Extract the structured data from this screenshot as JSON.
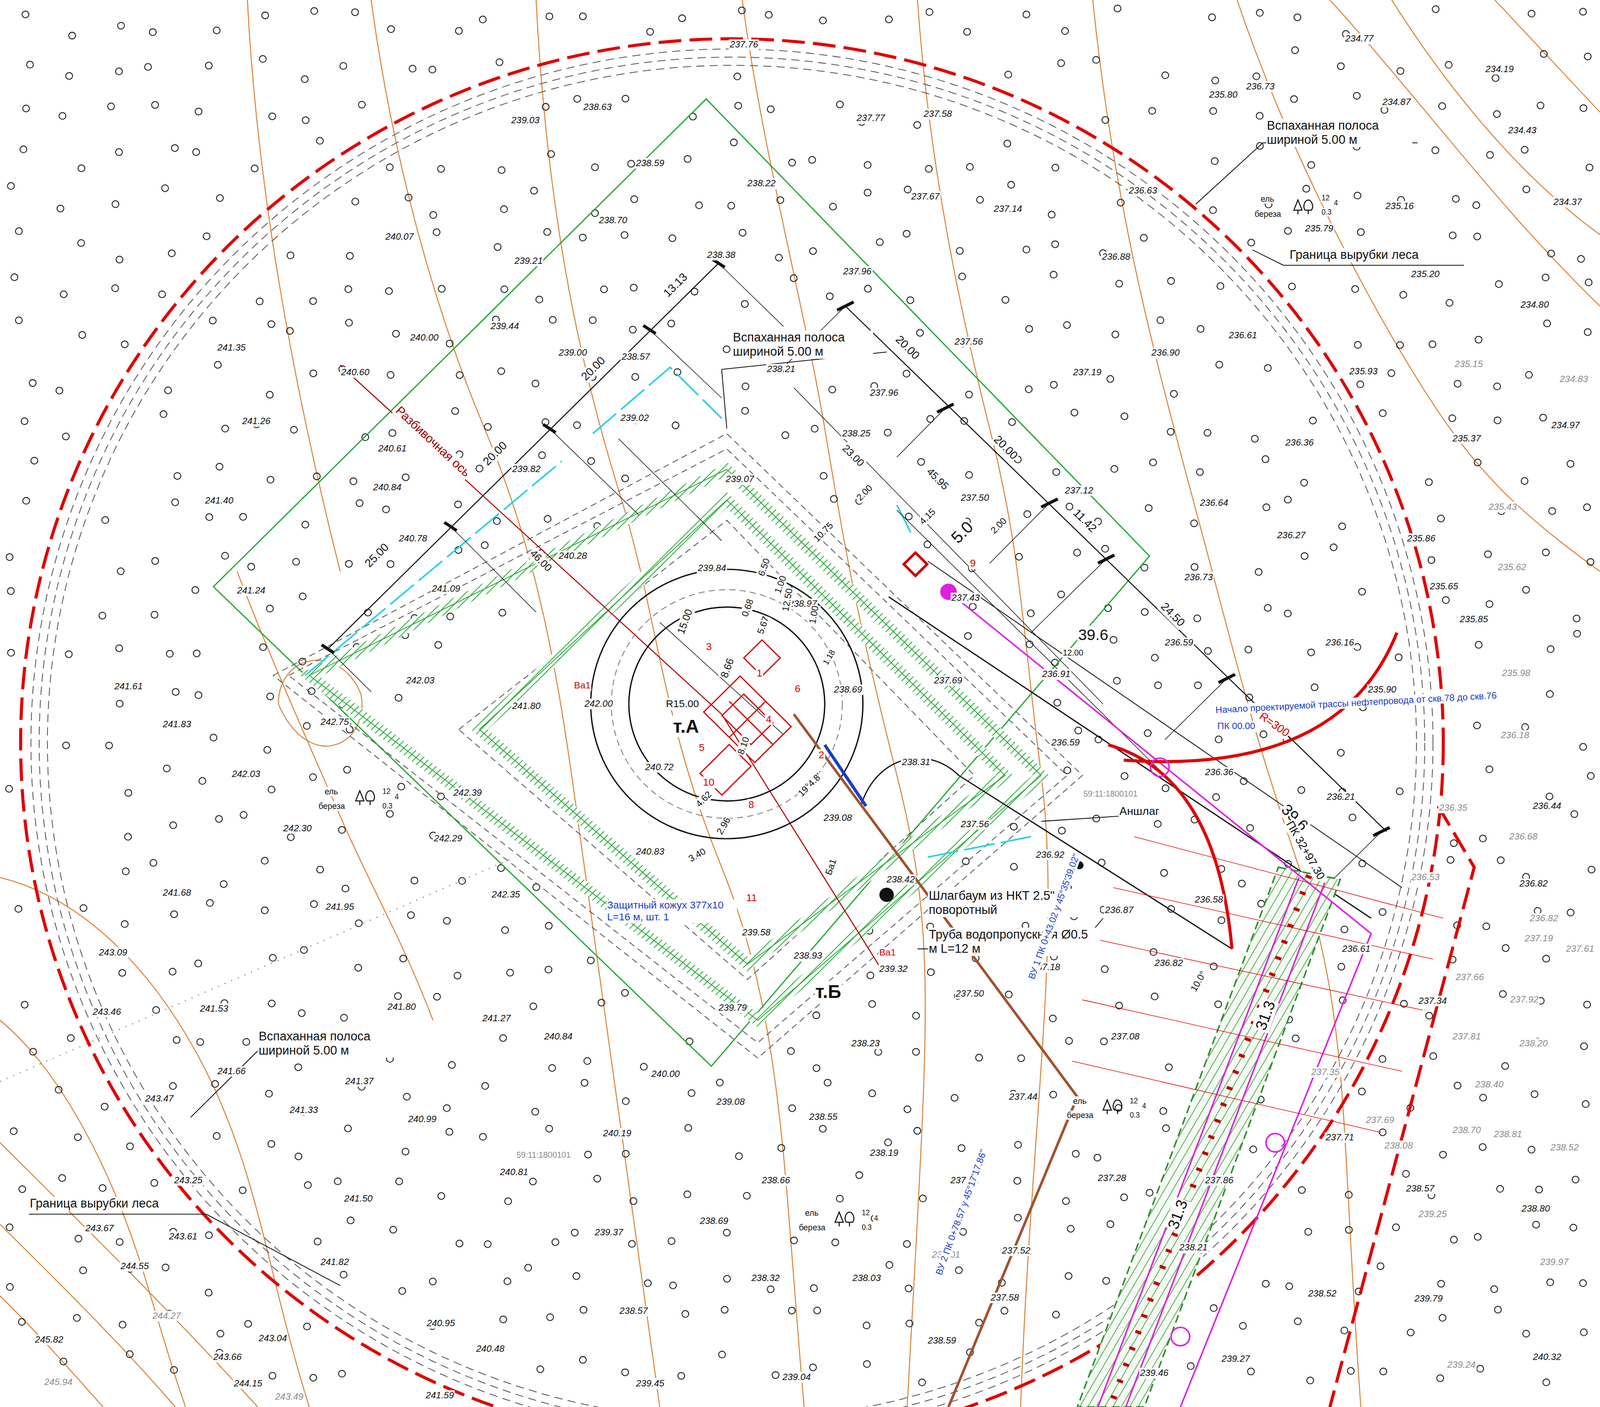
{
  "diagram": {
    "labels": [
      "237.76",
      "234.77",
      "234.19",
      "238.63",
      "237.77",
      "237.58",
      "236.73",
      "235.80",
      "234.87",
      "234.43",
      "239.03",
      "238.59",
      "238.22",
      "237.67",
      "237.14",
      "236.63",
      "235.16",
      "234.37",
      "240.07",
      "238.70",
      "239.21",
      "238.38",
      "237.96",
      "236.88",
      "235.20",
      "234.80",
      "241.35",
      "239.44",
      "240.00",
      "239.00",
      "238.57",
      "238.21",
      "237.56",
      "236.90",
      "236.61",
      "237.19",
      "235.15",
      "235.93",
      "234.83",
      "240.60",
      "241.26",
      "240.61",
      "239.02",
      "237.96",
      "238.25",
      "236.36",
      "235.37",
      "234.97",
      "240.84",
      "239.82",
      "241.40",
      "239.07",
      "237.50",
      "237.12",
      "236.64",
      "235.43",
      "240.78",
      "240.28",
      "241.09",
      "241.24",
      "239.84",
      "238.97",
      "237.43",
      "236.73",
      "236.27",
      "235.86",
      "235.62",
      "235.65",
      "235.85",
      "236.59",
      "236.16",
      "242.03",
      "241.61",
      "241.80",
      "242.00",
      "237.69",
      "236.91",
      "238.69",
      "235.98",
      "235.90",
      "242.75",
      "241.83",
      "236.18",
      "236.59",
      "236.36",
      "240.72",
      "238.31",
      "242.03",
      "242.39",
      "236.21",
      "236.44",
      "236.35",
      "236.68",
      "242.30",
      "242.29",
      "240.83",
      "239.08",
      "237.56",
      "236.92",
      "236.53",
      "236.82",
      "241.68",
      "242.35",
      "238.42",
      "236.58",
      "236.87",
      "241.95",
      "236.82",
      "237.19",
      "236.61",
      "237.61",
      "243.09",
      "239.58",
      "238.93",
      "237.18",
      "236.82",
      "239.32",
      "237.66",
      "237.92",
      "243.46",
      "241.53",
      "241.80",
      "241.27",
      "239.79",
      "237.50",
      "237.34",
      "240.84",
      "238.23",
      "237.08",
      "237.81",
      "238.20",
      "241.66",
      "241.37",
      "240.00",
      "237.35",
      "238.40",
      "243.47",
      "241.33",
      "239.08",
      "237.44",
      "237.71",
      "237.69",
      "238.70",
      "238.81",
      "240.99",
      "240.19",
      "238.55",
      "238.08",
      "238.52",
      "240.81",
      "238.66",
      "238.19",
      "237.71",
      "237.28",
      "237.86",
      "238.57",
      "243.25",
      "243.67",
      "243.61",
      "241.50",
      "239.37",
      "238.69",
      "238.32",
      "238.03",
      "238.21",
      "238.80",
      "239.25",
      "238.01",
      "237.52",
      "237.58",
      "241.82",
      "244.55",
      "244.27",
      "243.04",
      "238.57",
      "238.52",
      "239.79",
      "239.97",
      "245.82",
      "243.66",
      "240.95",
      "240.48",
      "238.59",
      "239.46",
      "239.27",
      "239.24",
      "240.32",
      "245.94",
      "244.15",
      "243.49",
      "239.45",
      "239.04",
      "241.59",
      "13.13",
      "20.00",
      "20.00",
      "25.00",
      "46.00",
      "20.00",
      "20.00",
      "11.42",
      "24.50",
      "45.95",
      "23.00",
      "2.00",
      "10.75",
      "6.50",
      "1.00",
      "0.68",
      "5.67",
      "15.00",
      "8.66",
      "12.50",
      "1.00",
      "5.0",
      "4.15",
      "2.00",
      "39.6",
      "12.00",
      "39.6",
      "R15.00",
      "т.А",
      "т.Б",
      "8.10",
      "1.18",
      "4.62",
      "2.96",
      "3.40",
      "19°4.8'",
      "10.0°",
      "31.3",
      "31.3",
      "R=300",
      "1",
      "2",
      "3",
      "4",
      "5",
      "6",
      "8",
      "9",
      "10",
      "11",
      "Ва1",
      "Ва1",
      "Ба1",
      "Аншлаг",
      "Вспаханная полоса шириной 5.00 м",
      "Вспаханная полоса шириной 5.00 м",
      "Вспаханная полоса шириной 5.00 м",
      "Граница вырубки леса",
      "Граница вырубки леса",
      "Разбивочная ось",
      "Шлагбаум из НКТ 2.5\" поворотный",
      "Труба водопропускная Ø0.5 м L=12 м",
      "Защитный кожух 377х10 L=16 м, шт. 1",
      "Начало проектируемой трассы нефтепровода от скв.78 до скв.76",
      "ПК 00.00",
      "ВУ 1 ПК 0+43.02 у 45°35'39.02\"",
      "ВУ 2 ПК 0+78.57 у 45°17'17.86\"",
      "ПК 32+97.30",
      "59:11:1800101",
      "59:11:1800101",
      "ель",
      "береза",
      "12",
      "4",
      "0.3",
      "ель",
      "береза",
      "12",
      "4",
      "0.3",
      "ель",
      "береза",
      "12",
      "4",
      "0.3",
      "ель",
      "береза",
      "12",
      "4",
      "0.3",
      "235.79"
    ]
  }
}
